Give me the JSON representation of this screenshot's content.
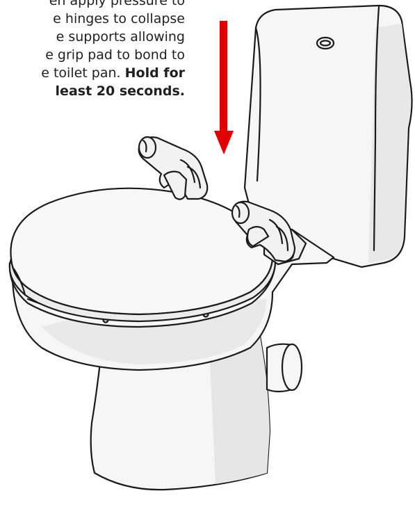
{
  "instruction": {
    "line1": "en apply pressure to",
    "line2": "e hinges to collapse",
    "line3": "e supports allowing",
    "line4": "e grip pad to bond to",
    "line5_normal": "e toilet pan. ",
    "line5_bold": "Hold for",
    "line6_bold": "least 20 seconds."
  },
  "colors": {
    "arrow": "#e00000",
    "outline": "#1a1a1a",
    "ceramic": "#f6f6f6",
    "shade": "#e4e4e4",
    "skin": "#f2f2f2",
    "text": "#1f1f1f"
  }
}
